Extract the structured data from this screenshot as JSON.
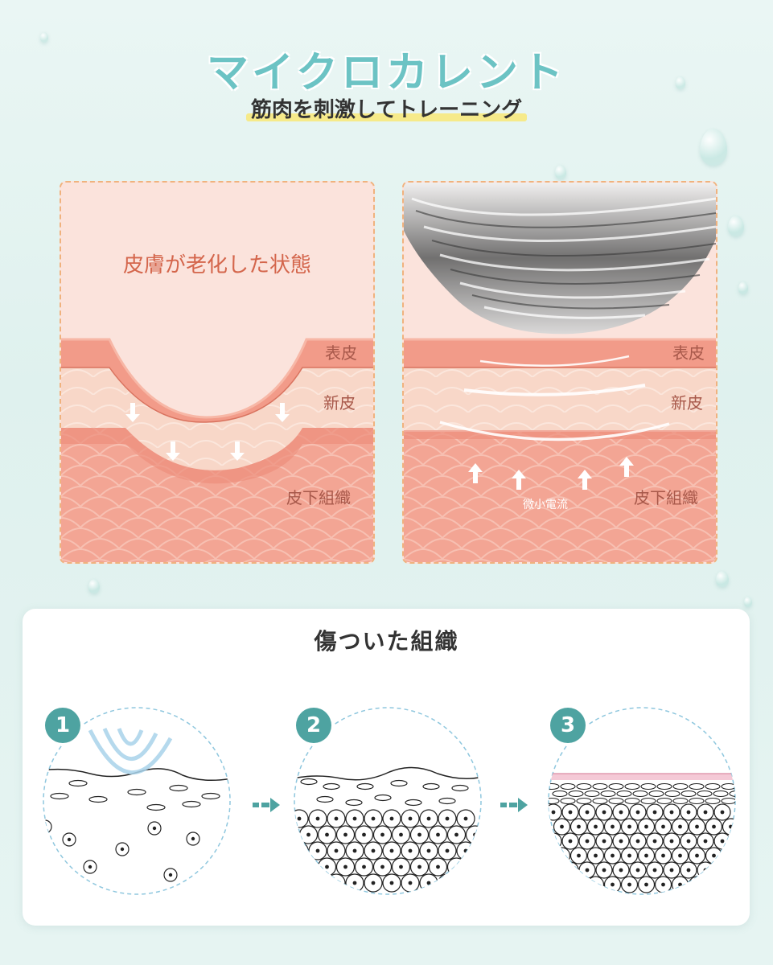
{
  "header": {
    "title": "マイクロカレント",
    "subtitle": "筋肉を刺激してトレーニング"
  },
  "panel_left": {
    "title": "皮膚が老化した状態",
    "layer_epidermis": "表皮",
    "layer_new_skin": "新皮",
    "layer_subcutaneous": "皮下組織"
  },
  "panel_right": {
    "layer_epidermis": "表皮",
    "layer_new_skin": "新皮",
    "layer_subcutaneous": "皮下組織",
    "current_label": "微小電流"
  },
  "tissue_card": {
    "title": "傷ついた組織",
    "steps": [
      {
        "number": "1"
      },
      {
        "number": "2"
      },
      {
        "number": "3"
      }
    ]
  },
  "colors": {
    "title_teal": "#6cc3c4",
    "badge_teal": "#4ea3a1",
    "highlight_yellow": "#f6ea8a",
    "skin_epidermis": "#f29b89",
    "skin_new": "#f8d7c8",
    "skin_subcutaneous": "#f3a594",
    "panel_border": "#f0b27e"
  }
}
